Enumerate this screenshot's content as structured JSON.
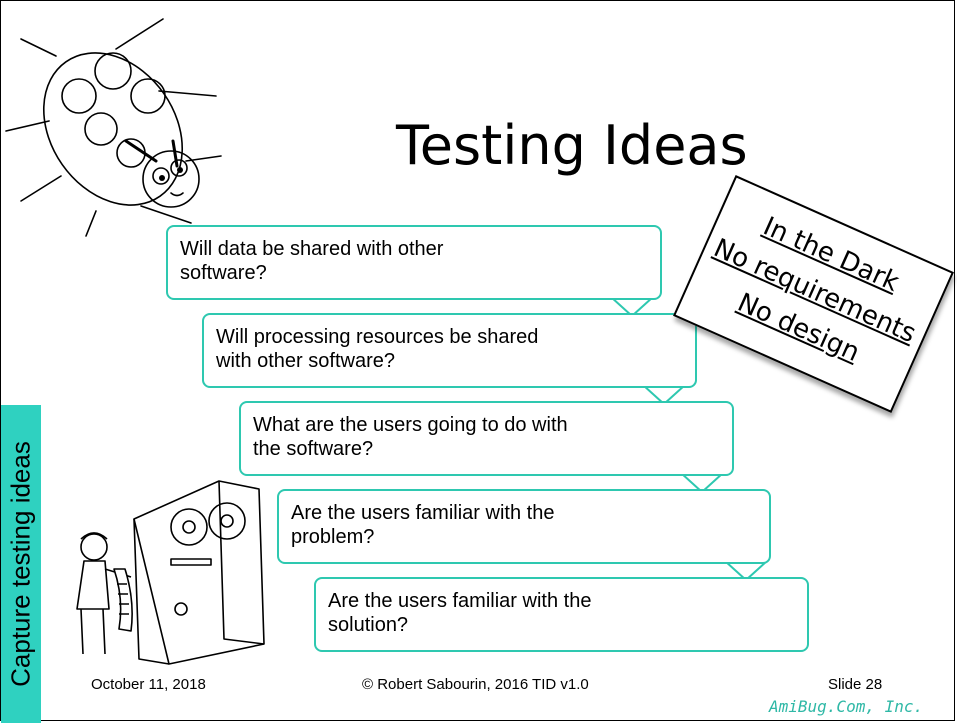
{
  "slide": {
    "title": "Testing Ideas",
    "side_label": "Capture testing ideas",
    "questions": [
      "Will data be shared with other software?",
      "Will processing resources be shared with other software?",
      "What are the users going to do with the software?",
      "Are the users familiar with the problem?",
      "Are the users familiar with the solution?"
    ],
    "stamp": [
      "In the Dark",
      "No requirements",
      "No design"
    ],
    "footer": {
      "date": "October 11, 2018",
      "copyright": "© Robert Sabourin, 2016 TID v1.0",
      "slide_number": "Slide 28",
      "brand": "AmiBug.Com, Inc."
    }
  },
  "colors": {
    "accent": "#2ec8b0",
    "side_label_bg": "#2fd1c0",
    "brand": "#2fb8a6"
  },
  "icons": [
    "ladybug-illustration",
    "tester-with-tape-machine-illustration",
    "down-arrow-icon"
  ]
}
